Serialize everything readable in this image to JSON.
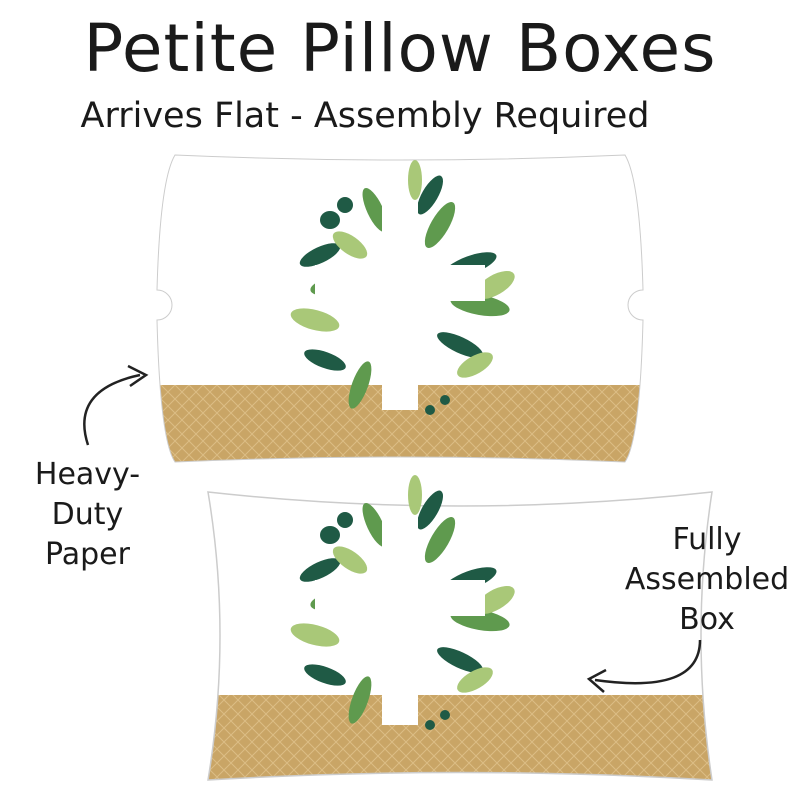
{
  "title": "Petite Pillow Boxes",
  "subtitle": "Arrives Flat - Assembly Required",
  "labels": {
    "flat": [
      "Heavy-Duty",
      "Paper"
    ],
    "assembled": [
      "Fully",
      "Assembled",
      "Box"
    ]
  },
  "colors": {
    "tan": "#c9a566",
    "leaf_dark": "#1f5a45",
    "leaf_mid": "#5f9a4e",
    "leaf_light": "#a9c878",
    "cross": "#ffffff"
  }
}
